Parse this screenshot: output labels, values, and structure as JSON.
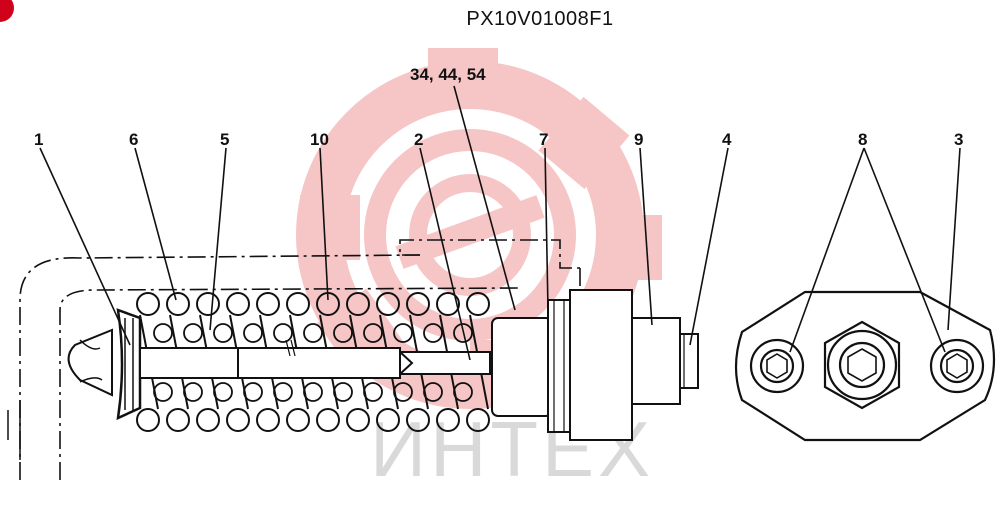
{
  "diagram": {
    "part_code": "PX10V01008F1",
    "callouts": [
      "34, 44, 54",
      "1",
      "6",
      "5",
      "10",
      "2",
      "7",
      "9",
      "4",
      "8",
      "3"
    ],
    "watermark_text": "ИНТЕХ",
    "colors": {
      "ink": "#111111",
      "watermark_red": "#f4b3b3",
      "watermark_gray": "#d9d9d9",
      "badge": "#d0021b"
    }
  }
}
